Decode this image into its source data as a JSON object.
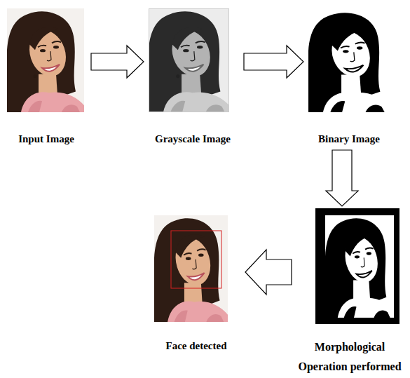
{
  "diagram": {
    "nodes": [
      {
        "text": [
          "Input Image"
        ]
      },
      {
        "text": [
          "Grayscale Image"
        ]
      },
      {
        "text": [
          "Binary Image"
        ]
      },
      {
        "text": [
          "Face detected"
        ]
      },
      {
        "text": [
          "Morphological Operation performed"
        ]
      }
    ],
    "edges": [
      {
        "from": 0,
        "to": 1,
        "arrow": "to"
      },
      {
        "from": 1,
        "to": 2,
        "arrow": "to"
      },
      {
        "from": 2,
        "to": 4,
        "arrow": "to"
      },
      {
        "from": 4,
        "to": 3,
        "arrow": "to"
      }
    ]
  }
}
